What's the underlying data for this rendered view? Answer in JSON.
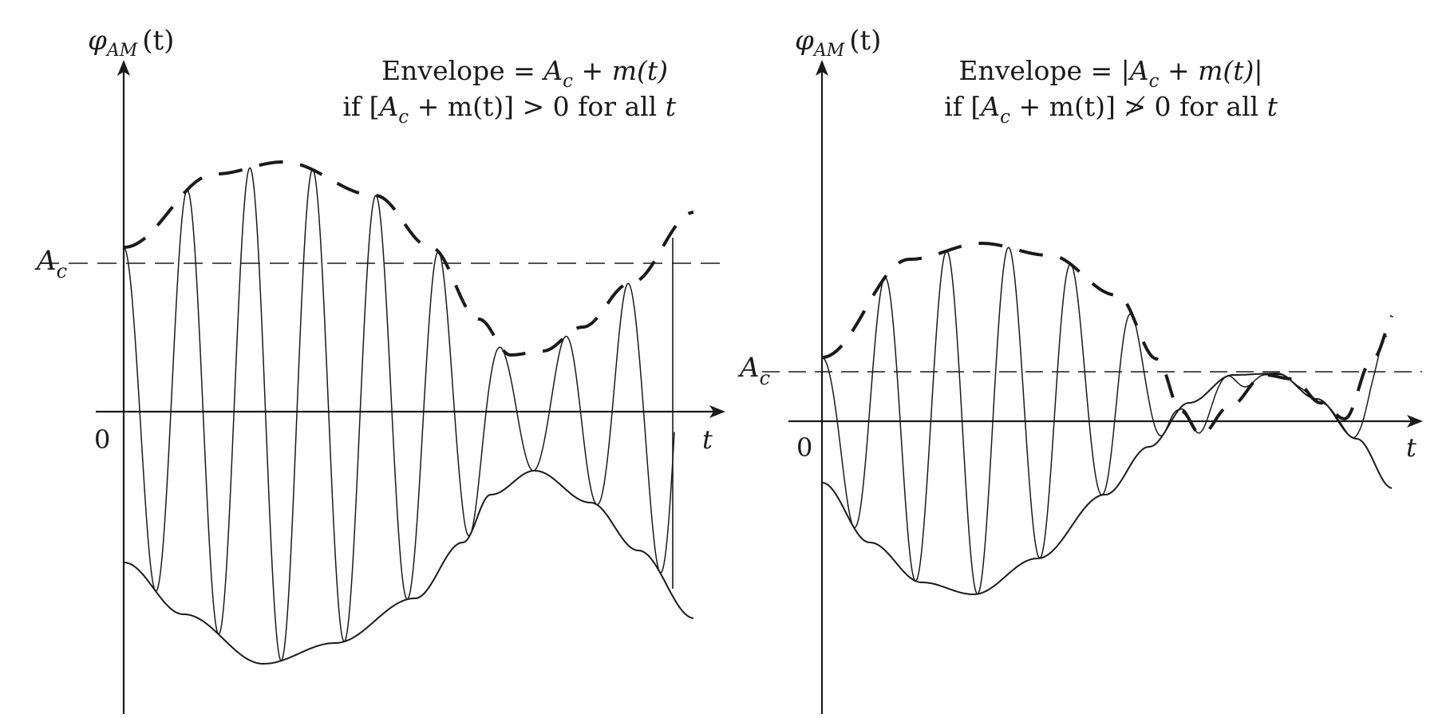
{
  "panels": [
    {
      "id": "left",
      "y_axis_label": "φ",
      "y_axis_sub": "AM",
      "y_axis_arg": "(t)",
      "x_axis_label": "t",
      "origin_label": "0",
      "ac_label": "A",
      "ac_sub": "c",
      "annotation": {
        "line1": {
          "prefix": "Envelope = ",
          "A": "A",
          "sub": "c",
          "rest": " + m(t)"
        },
        "line2": {
          "prefix": "if  [",
          "A": "A",
          "sub": "c",
          "rest": " + m(t)] > 0 for all ",
          "t": "t"
        }
      }
    },
    {
      "id": "right",
      "y_axis_label": "φ",
      "y_axis_sub": "AM",
      "y_axis_arg": "(t)",
      "x_axis_label": "t",
      "origin_label": "0",
      "ac_label": "A",
      "ac_sub": "c",
      "annotation": {
        "line1": {
          "prefix": "Envelope = |",
          "A": "A",
          "sub": "c",
          "rest": " + m(t)|"
        },
        "line2": {
          "prefix": "if [",
          "A": "A",
          "sub": "c",
          "rest": " + m(t)] ≯ 0 for all ",
          "t": "t"
        }
      }
    }
  ],
  "colors": {
    "ink": "#1a1a1a",
    "background": "#ffffff"
  }
}
